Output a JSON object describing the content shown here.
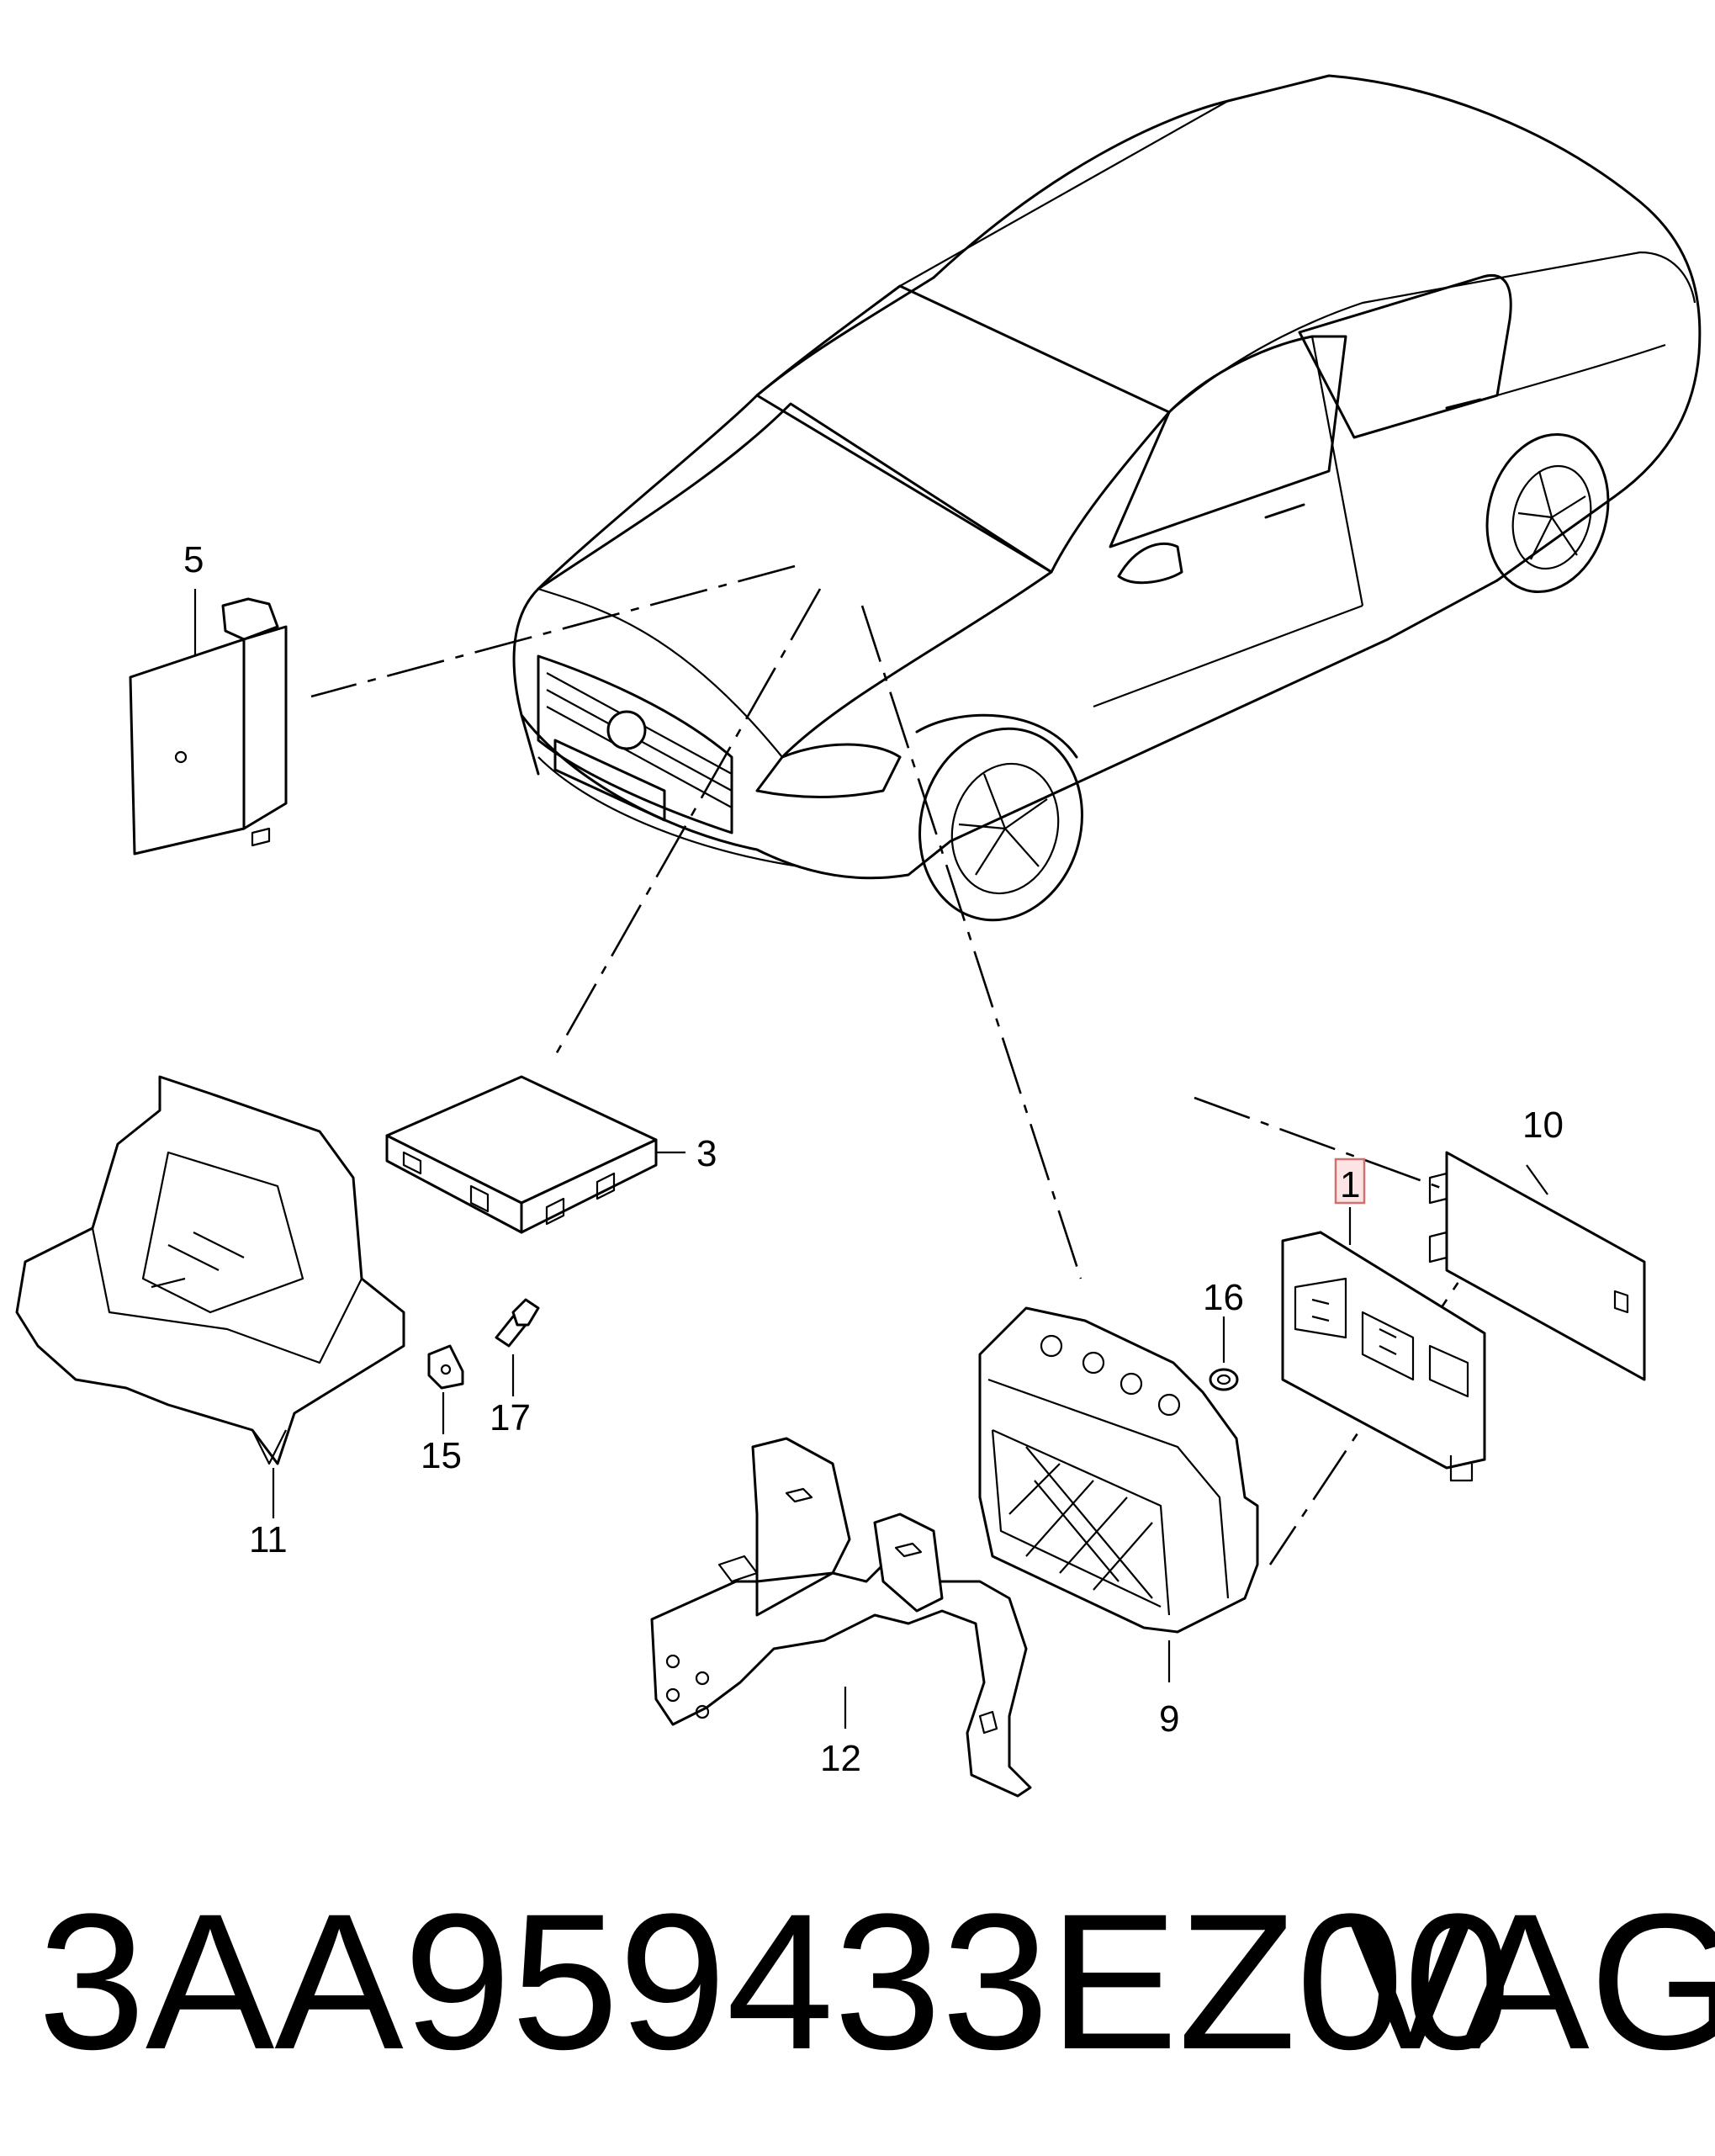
{
  "callouts": {
    "c1": "1",
    "c3": "3",
    "c5": "5",
    "c9": "9",
    "c10": "10",
    "c11": "11",
    "c12": "12",
    "c15": "15",
    "c16": "16",
    "c17": "17"
  },
  "highlighted_callout": "1",
  "footer": {
    "part_number": "3AA959433EZ00",
    "brand": "VAG"
  }
}
